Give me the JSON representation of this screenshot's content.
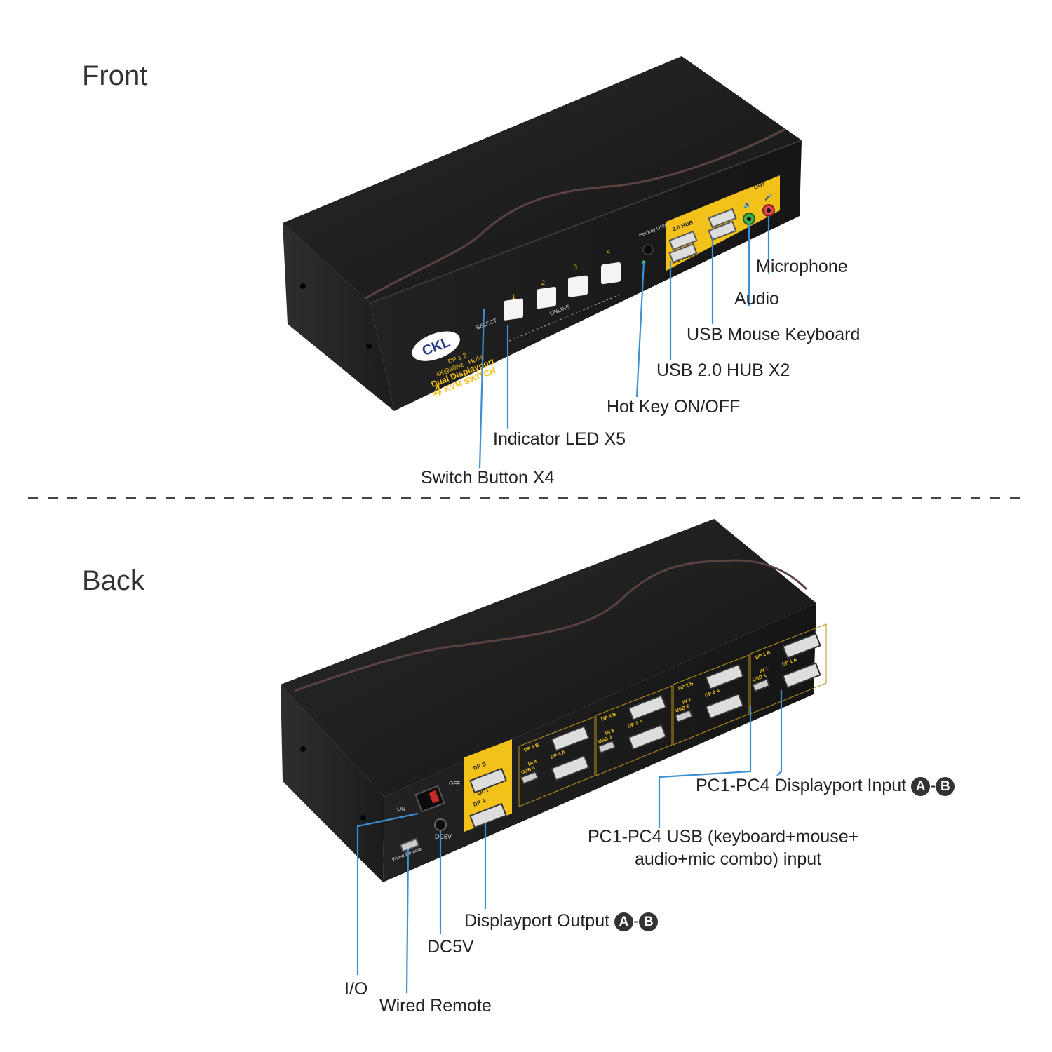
{
  "front": {
    "title": "Front",
    "device": {
      "brand": "CKL",
      "model_lines": [
        "DP 1.2",
        "4K@30Hz · HDMI",
        "Dual Displayport",
        "KVM SWITCH"
      ],
      "port_count": "4",
      "select_label": "SELECT",
      "online_label": "ONLINE",
      "button_numbers": [
        "1",
        "2",
        "3",
        "4"
      ],
      "hotkey_label": "Hot Key ON/OFF",
      "hub_label": "2.0 HUB",
      "out_label": "OUT"
    },
    "callouts": {
      "microphone": "Microphone",
      "audio": "Audio",
      "usb_mouse_keyboard": "USB Mouse Keyboard",
      "usb_hub": "USB 2.0 HUB X2",
      "hot_key": "Hot Key ON/OFF",
      "indicator_led": "Indicator LED X5",
      "switch_button": "Switch Button X4"
    }
  },
  "back": {
    "title": "Back",
    "device": {
      "on_label": "ON",
      "off_label": "OFF",
      "out_label": "OUT",
      "dp_a_label": "DP A",
      "dp_b_label": "DP B",
      "wired_remote_label": "Wired Remote",
      "dc_label": "DC5V",
      "pc_ports": [
        {
          "num": "4",
          "usb": "USB 4",
          "in": "IN 4",
          "dpa": "DP 4 A",
          "dpb": "DP 4 B"
        },
        {
          "num": "3",
          "usb": "USB 3",
          "in": "IN 3",
          "dpa": "DP 3 A",
          "dpb": "DP 3 B"
        },
        {
          "num": "2",
          "usb": "USB 2",
          "in": "IN 2",
          "dpa": "DP 2 A",
          "dpb": "DP 2 B"
        },
        {
          "num": "1",
          "usb": "USB 1",
          "in": "IN 1",
          "dpa": "DP 1 A",
          "dpb": "DP 1 B"
        }
      ]
    },
    "callouts": {
      "dp_input": "PC1-PC4 Displayport Input",
      "usb_input_line1": "PC1-PC4 USB (keyboard+mouse+",
      "usb_input_line2": "audio+mic combo) input",
      "dp_output": "Displayport Output",
      "dc5v": "DC5V",
      "io": "I/O",
      "wired_remote": "Wired Remote",
      "circle_a": "A",
      "circle_b": "B",
      "range_dash": "-"
    }
  },
  "colors": {
    "callout_line": "#3d8fd1",
    "device_body": "#1d1d1d",
    "panel_yellow": "#f2c21b",
    "divider": "#444444"
  }
}
